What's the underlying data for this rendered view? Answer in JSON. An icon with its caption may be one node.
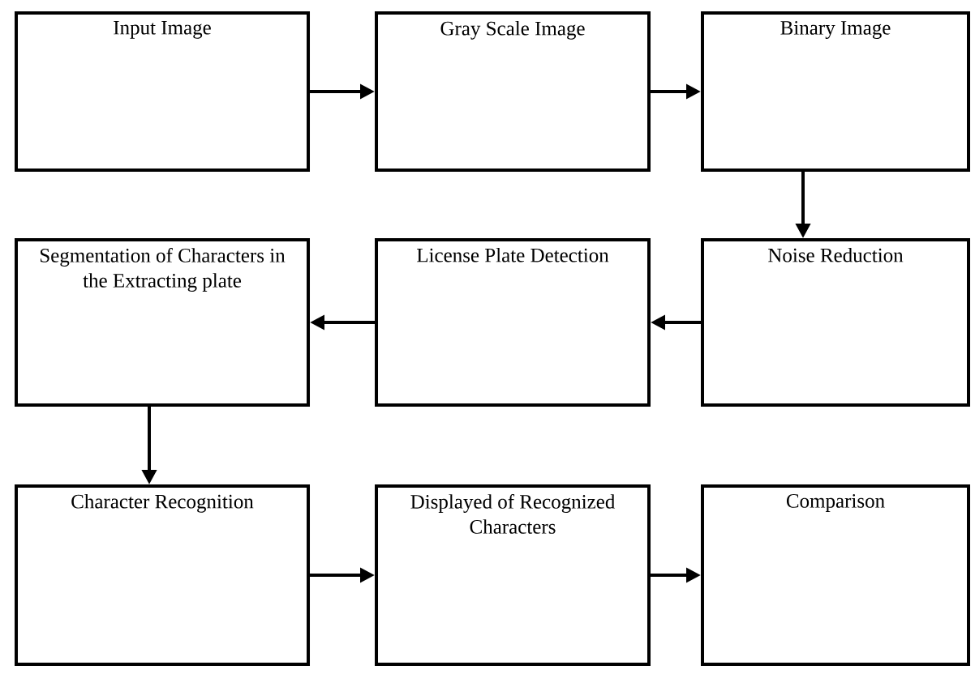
{
  "diagram": {
    "nodes": [
      {
        "text": [
          "Input Image"
        ]
      },
      {
        "text": [
          "Gray Scale Image"
        ]
      },
      {
        "text": [
          "Binary Image"
        ]
      },
      {
        "text": [
          "Noise Reduction"
        ]
      },
      {
        "text": [
          "License Plate Detection"
        ]
      },
      {
        "text": [
          "Segmentation of Characters in the Extracting plate"
        ]
      },
      {
        "text": [
          "Character Recognition"
        ]
      },
      {
        "text": [
          "Displayed of Recognized Characters"
        ]
      },
      {
        "text": [
          "Comparison"
        ]
      }
    ],
    "edges": [
      {
        "from": 0,
        "to": 1,
        "arrow": "to"
      },
      {
        "from": 1,
        "to": 2,
        "arrow": "to"
      },
      {
        "from": 2,
        "to": 3,
        "arrow": "to"
      },
      {
        "from": 3,
        "to": 4,
        "arrow": "to"
      },
      {
        "from": 4,
        "to": 5,
        "arrow": "to"
      },
      {
        "from": 5,
        "to": 6,
        "arrow": "to"
      },
      {
        "from": 6,
        "to": 7,
        "arrow": "to"
      },
      {
        "from": 7,
        "to": 8,
        "arrow": "to"
      }
    ]
  }
}
